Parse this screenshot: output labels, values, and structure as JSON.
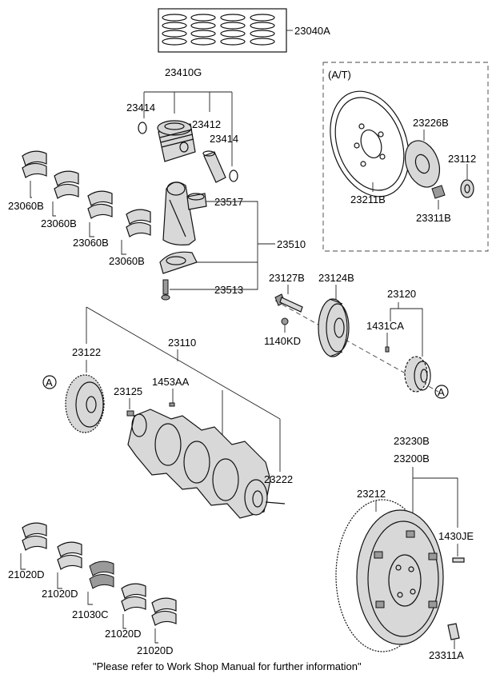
{
  "diagram": {
    "labels": {
      "23040A": "23040A",
      "23410G": "23410G",
      "23414_a": "23414",
      "23412": "23412",
      "23414_b": "23414",
      "at_box": "(A/T)",
      "23226B": "23226B",
      "23112": "23112",
      "23211B": "23211B",
      "23311B": "23311B",
      "23060B_1": "23060B",
      "23060B_2": "23060B",
      "23060B_3": "23060B",
      "23060B_4": "23060B",
      "23517": "23517",
      "23510": "23510",
      "23513": "23513",
      "23127B": "23127B",
      "23124B": "23124B",
      "23120": "23120",
      "1431CA": "1431CA",
      "1140KD": "1140KD",
      "23122": "23122",
      "23110": "23110",
      "1453AA": "1453AA",
      "23125": "23125",
      "23222": "23222",
      "marker_a1": "A",
      "marker_a2": "A",
      "23230B": "23230B",
      "23200B": "23200B",
      "23212": "23212",
      "1430JE": "1430JE",
      "23311A": "23311A",
      "21020D_1": "21020D",
      "21020D_2": "21020D",
      "21030C": "21030C",
      "21020D_3": "21020D",
      "21020D_4": "21020D"
    },
    "footer_note": "\"Please refer to Work Shop Manual for further information\""
  }
}
